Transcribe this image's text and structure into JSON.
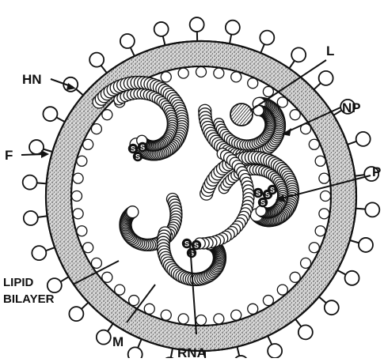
{
  "figure": {
    "labels": {
      "hn": "HN",
      "f": "F",
      "l": "L",
      "np": "NP",
      "p": "P",
      "lipid_1": "LIPID",
      "lipid_2": "BILAYER",
      "m": "M",
      "rna": "RNA"
    },
    "glyph_s": "S"
  }
}
